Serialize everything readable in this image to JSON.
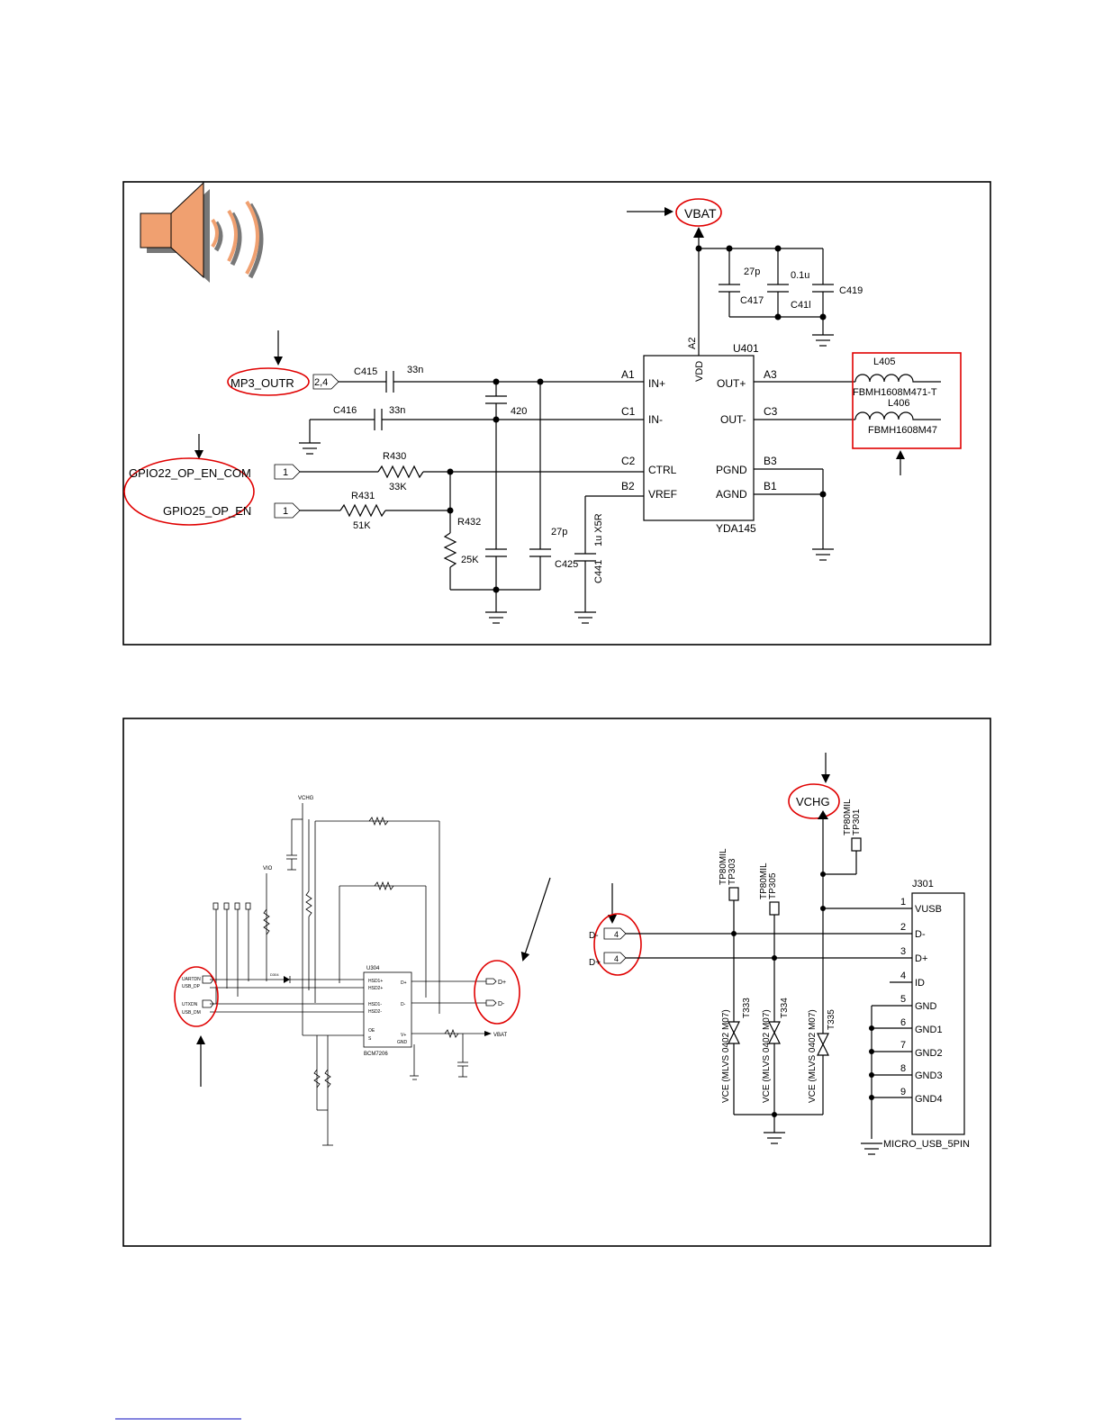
{
  "top_schematic": {
    "net_labels": {
      "vbat": "VBAT",
      "mp3_outr": "MP3_OUTR",
      "mp3_pin": "2,4",
      "gpio22": "GPIO22_OP_EN_COM",
      "gpio25": "GPIO25_OP_EN",
      "gpio_pin": "1"
    },
    "capacitors": {
      "c415": "C415",
      "c415_val": "33n",
      "c416": "C416",
      "c416_val": "33n",
      "c420": "420",
      "c417": "C417",
      "c417_val": "27p",
      "c41l": "C41l",
      "c41l_val": "0.1u",
      "c419": "C419",
      "c425": "C425",
      "c425_val": "27p",
      "c441": "C441",
      "c441_val": "1u X5R"
    },
    "resistors": {
      "r430": "R430",
      "r430_val": "33K",
      "r431": "R431",
      "r431_val": "51K",
      "r432": "R432",
      "r432_val": "25K"
    },
    "ic": {
      "ref": "U401",
      "part": "YDA145",
      "vdd_label": "VDD",
      "vdd_pin": "A2",
      "left_pins": [
        {
          "pin": "A1",
          "name": "IN+"
        },
        {
          "pin": "C1",
          "name": "IN-"
        },
        {
          "pin": "C2",
          "name": "CTRL"
        },
        {
          "pin": "B2",
          "name": "VREF"
        }
      ],
      "right_pins": [
        {
          "pin": "A3",
          "name": "OUT+"
        },
        {
          "pin": "C3",
          "name": "OUT-"
        },
        {
          "pin": "B3",
          "name": "PGND"
        },
        {
          "pin": "B1",
          "name": "AGND"
        }
      ]
    },
    "inductors": {
      "l405": "L405",
      "l405_part": "FBMH1608M471-T",
      "l406": "L406",
      "l406_part": "FBMH1608M47"
    }
  },
  "bottom_schematic": {
    "left_block": {
      "vchg": "VCHG",
      "vio": "VIO",
      "ic_ref": "U304",
      "ic_part": "BCM7206",
      "vbat": "VBAT",
      "dp_out": "D+",
      "dm_out": "D-",
      "diode": "D304",
      "usb_in_top": [
        "UARTDN",
        "USB_DP"
      ],
      "usb_in_bottom": [
        "UTXDN",
        "USB_DM"
      ],
      "ic_left_pins": [
        "HSD1+",
        "HSD2+",
        "HSD1-",
        "HSD2-",
        "OE",
        "S"
      ],
      "ic_right_pins": [
        "D+",
        "D-",
        "V+",
        "GND"
      ]
    },
    "right_block": {
      "vchg": "VCHG",
      "dm_label": "D-",
      "dp_label": "D+",
      "conn_pin": "4",
      "testpoints": [
        {
          "ref": "TP303",
          "type": "TP80MIL"
        },
        {
          "ref": "TP305",
          "type": "TP80MIL"
        },
        {
          "ref": "TP301",
          "type": "TP80MIL"
        }
      ],
      "tvs": [
        {
          "ref": "T333",
          "part": "VCE (MLVS 0402 M07)"
        },
        {
          "ref": "T334",
          "part": "VCE (MLVS 0402 M07)"
        },
        {
          "ref": "T335",
          "part": "VCE (MLVS 0402 M07)"
        }
      ],
      "connector": {
        "ref": "J301",
        "part": "MICRO_USB_5PIN",
        "pins": [
          {
            "num": "1",
            "name": "VUSB"
          },
          {
            "num": "2",
            "name": "D-"
          },
          {
            "num": "3",
            "name": "D+"
          },
          {
            "num": "4",
            "name": "ID"
          },
          {
            "num": "5",
            "name": "GND"
          },
          {
            "num": "6",
            "name": "GND1"
          },
          {
            "num": "7",
            "name": "GND2"
          },
          {
            "num": "8",
            "name": "GND3"
          },
          {
            "num": "9",
            "name": "GND4"
          }
        ]
      }
    }
  },
  "colors": {
    "annotation": "#e00000",
    "ink": "#000000"
  }
}
